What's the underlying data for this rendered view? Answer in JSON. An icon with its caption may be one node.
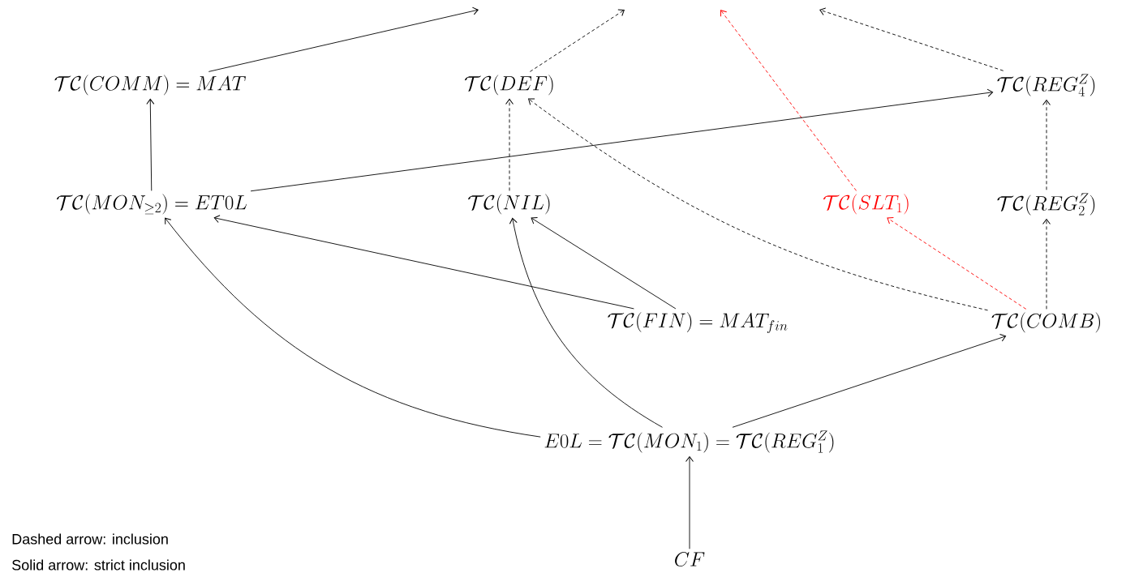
{
  "diagram": {
    "nodes": [
      {
        "text": [
          "\\mathcal{TC}(COMM) = MAT"
        ]
      },
      {
        "text": [
          "\\mathcal{TC}(DEF)"
        ]
      },
      {
        "text": [
          "\\mathcal{TC}(REG^Z_4)"
        ]
      },
      {
        "text": [
          "\\mathcal{TC}(MON_{\\geq 2}) = ET0L"
        ]
      },
      {
        "text": [
          "\\mathcal{TC}(NIL)"
        ]
      },
      {
        "text": [
          "\\mathcal{TC}(SLT_1)"
        ]
      },
      {
        "text": [
          "\\mathcal{TC}(REG^Z_2)"
        ]
      },
      {
        "text": [
          "\\mathcal{TC}(FIN) = MAT_{fin}"
        ]
      },
      {
        "text": [
          "\\mathcal{TC}(COMB)"
        ]
      },
      {
        "text": [
          "E0L = \\mathcal{TC}(MON_1) = \\mathcal{TC}(REG^Z_1)"
        ]
      },
      {
        "text": [
          "CF"
        ]
      }
    ],
    "edges": [
      {
        "from": 0,
        "to": null,
        "arrow": "to"
      },
      {
        "from": 1,
        "to": null,
        "arrow": "to",
        "style": "dashed"
      },
      {
        "from": 5,
        "to": null,
        "arrow": "to",
        "style": "dashed",
        "color": "#ff0000"
      },
      {
        "from": 2,
        "to": null,
        "arrow": "to",
        "style": "dashed"
      },
      {
        "from": 3,
        "to": 0,
        "arrow": "to"
      },
      {
        "from": 3,
        "to": 2,
        "arrow": "to"
      },
      {
        "from": 4,
        "to": 1,
        "arrow": "to",
        "style": "dashed"
      },
      {
        "from": 6,
        "to": 2,
        "arrow": "to",
        "style": "dashed"
      },
      {
        "from": 8,
        "to": 1,
        "arrow": "to",
        "style": "dashed"
      },
      {
        "from": 8,
        "to": 5,
        "arrow": "to",
        "style": "dashed",
        "color": "#ff0000"
      },
      {
        "from": 8,
        "to": 6,
        "arrow": "to",
        "style": "dashed"
      },
      {
        "from": 7,
        "to": 3,
        "arrow": "to"
      },
      {
        "from": 7,
        "to": 4,
        "arrow": "to"
      },
      {
        "from": 9,
        "to": 3,
        "arrow": "to"
      },
      {
        "from": 9,
        "to": 4,
        "arrow": "to"
      },
      {
        "from": 9,
        "to": 8,
        "arrow": "to"
      },
      {
        "from": 10,
        "to": 9,
        "arrow": "to"
      }
    ],
    "labels": [
      "Dashed arrow: inclusion",
      "Solid arrow: strict inclusion"
    ]
  }
}
